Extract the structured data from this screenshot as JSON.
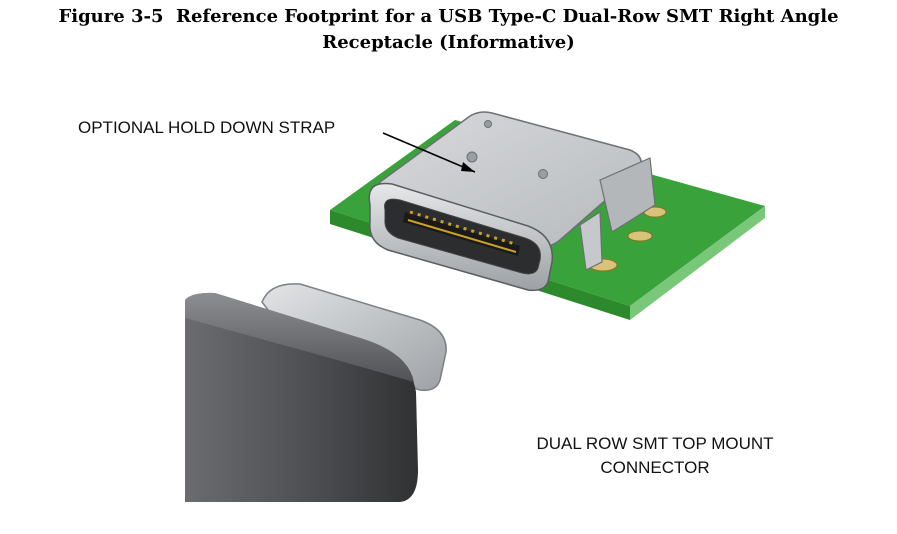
{
  "caption": {
    "line1": "Figure 3-5  Reference Footprint for a USB Type-C Dual-Row SMT Right Angle",
    "line2": "Receptacle (Informative)"
  },
  "callouts": {
    "hold_down_strap": "OPTIONAL HOLD DOWN STRAP",
    "connector_line1": "DUAL ROW SMT TOP MOUNT",
    "connector_line2": "CONNECTOR"
  },
  "colors": {
    "pcb_green": "#3aa23a",
    "pcb_edge": "#2c7f2c",
    "shell_gray": "#c9cccf",
    "plug_dark": "#4a4c4f",
    "contact_gold": "#c9a227"
  }
}
